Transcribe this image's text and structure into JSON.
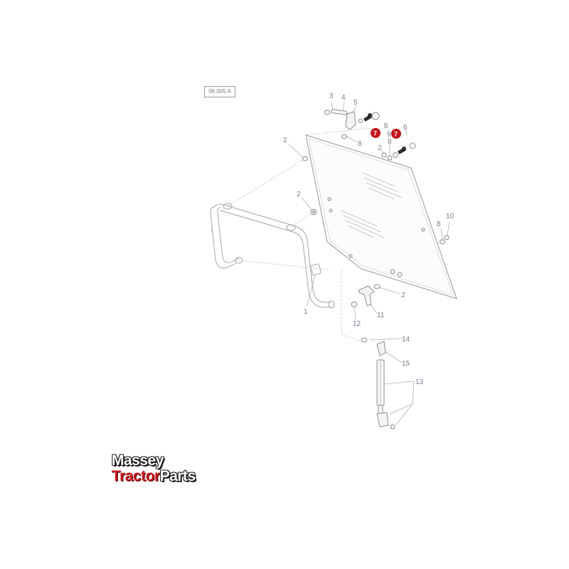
{
  "diagram": {
    "reference": "06 005 A",
    "labels": {
      "l1": "1",
      "l2a": "2",
      "l2b": "2",
      "l2c": "2",
      "l2d": "2",
      "l3": "3",
      "l4": "4",
      "l5": "5",
      "l6a": "6",
      "l6b": "6",
      "l8a": "8",
      "l8b": "8",
      "l8c": "8",
      "l9": "9",
      "l10": "10",
      "l11": "11",
      "l12": "12",
      "l13": "13",
      "l14": "14",
      "l15": "15"
    },
    "highlighted": {
      "h7a": "7",
      "h7b": "7"
    }
  },
  "logo": {
    "line1": "Massey",
    "line2_red": "Tractor",
    "line2_white": "Parts"
  },
  "colors": {
    "line": "#b4b4b4",
    "label": "#7b7b8c",
    "highlight": "#c4161c"
  }
}
